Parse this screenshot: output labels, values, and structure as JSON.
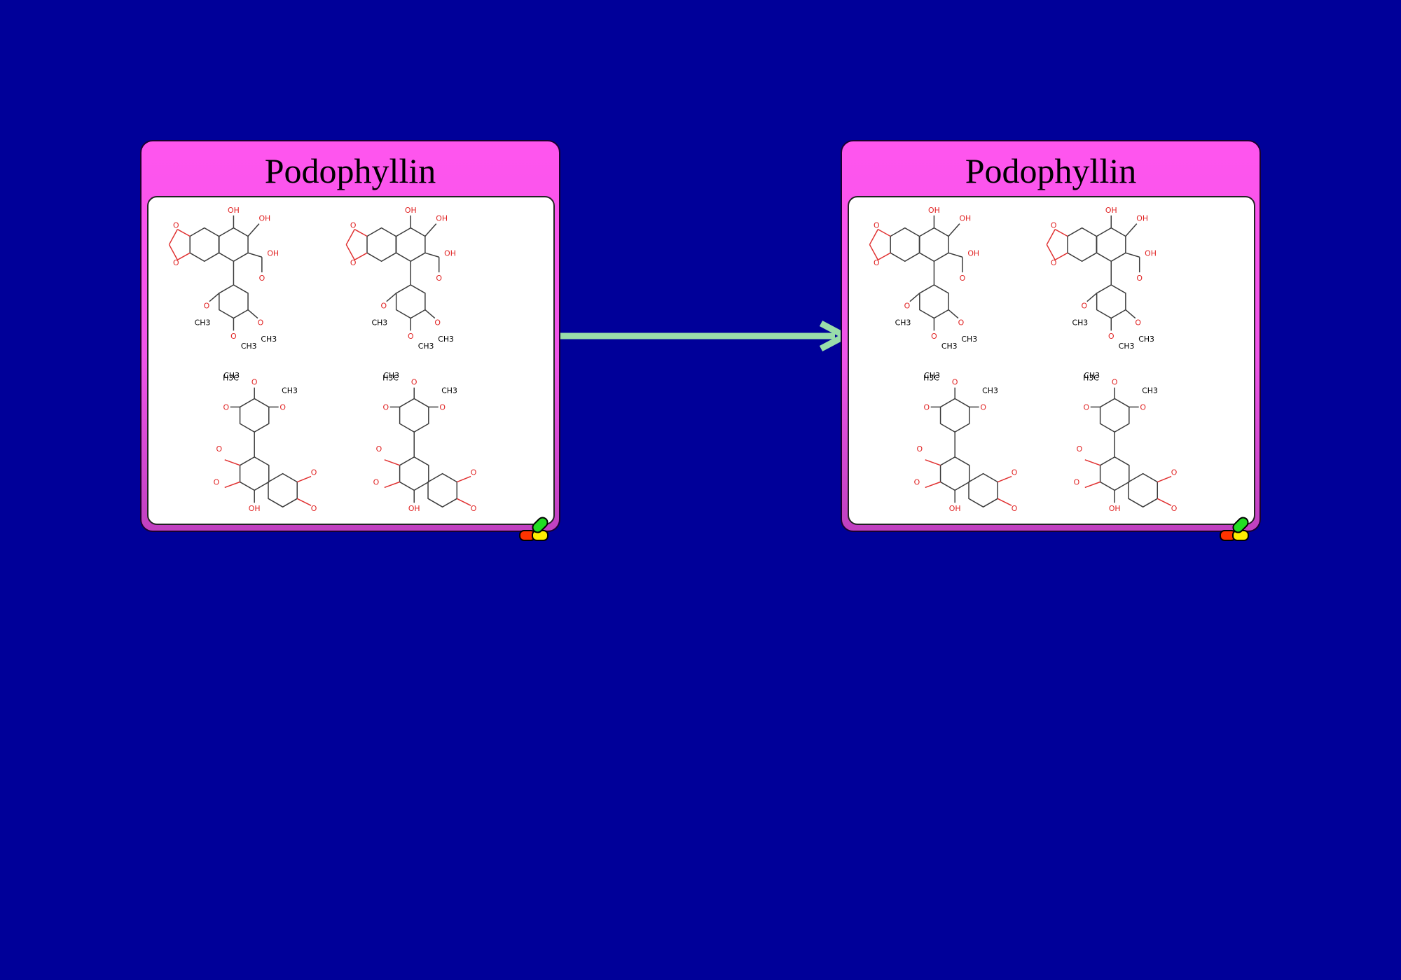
{
  "diagram": {
    "background": "#000099",
    "nodes": [
      {
        "id": "source",
        "title": "Podophyllin",
        "icon": "pill-icon"
      },
      {
        "id": "target",
        "title": "Podophyllin",
        "icon": "pill-icon"
      }
    ],
    "edges": [
      {
        "from": "source",
        "to": "target",
        "color": "#99ddaa"
      }
    ],
    "molecule_labels": {
      "oh": "OH",
      "o": "O",
      "ch3": "CH3",
      "h3c": "H3C"
    }
  }
}
